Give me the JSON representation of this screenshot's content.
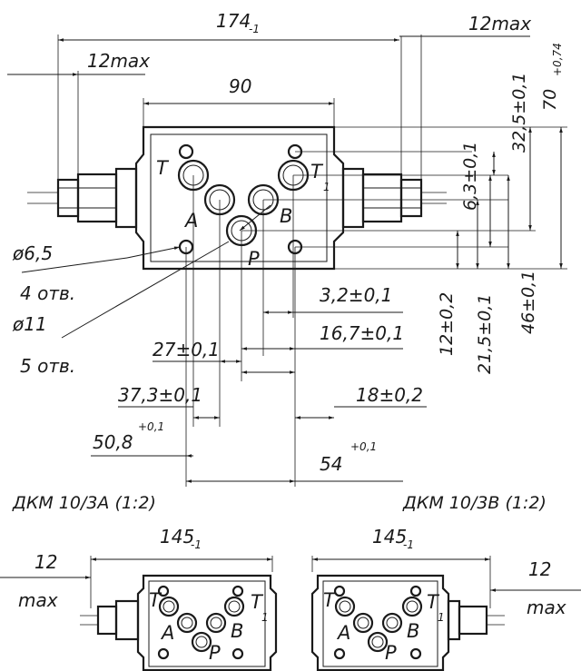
{
  "main_view": {
    "dims": {
      "total_length": "174",
      "total_length_tol": "-1",
      "body_width": "90",
      "overhang_left": "12max",
      "overhang_right": "12max",
      "height_total": "70",
      "height_total_tol": "+0,74",
      "h_32_5": "32,5±0,1",
      "h_6_3": "6,3±0,1",
      "h_12": "12±0,2",
      "h_21_5": "21,5±0,1",
      "h_46": "46±0,1",
      "x_3_2": "3,2±0,1",
      "x_16_7": "16,7±0,1",
      "x_27": "27±0,1",
      "x_37_3": "37,3±0,1",
      "x_18": "18±0,2",
      "x_50_8": "50,8",
      "x_50_8_tol": "+0,1",
      "x_54": "54",
      "x_54_tol": "+0,1"
    },
    "holes": {
      "small_dia": "ø6,5",
      "small_count": "4 отв.",
      "large_dia": "ø11",
      "large_count": "5 отв."
    },
    "ports": {
      "T": "T",
      "T1": "T",
      "T1_sub": "1",
      "A": "A",
      "B": "B",
      "P": "P"
    }
  },
  "view_3a": {
    "caption": "ДКМ 10/3А (1:2)",
    "length": "145",
    "length_tol": "-1",
    "overhang_val": "12",
    "overhang_unit": "max"
  },
  "view_3b": {
    "caption": "ДКМ 10/3В (1:2)",
    "length": "145",
    "length_tol": "-1",
    "overhang_val": "12",
    "overhang_unit": "max"
  }
}
